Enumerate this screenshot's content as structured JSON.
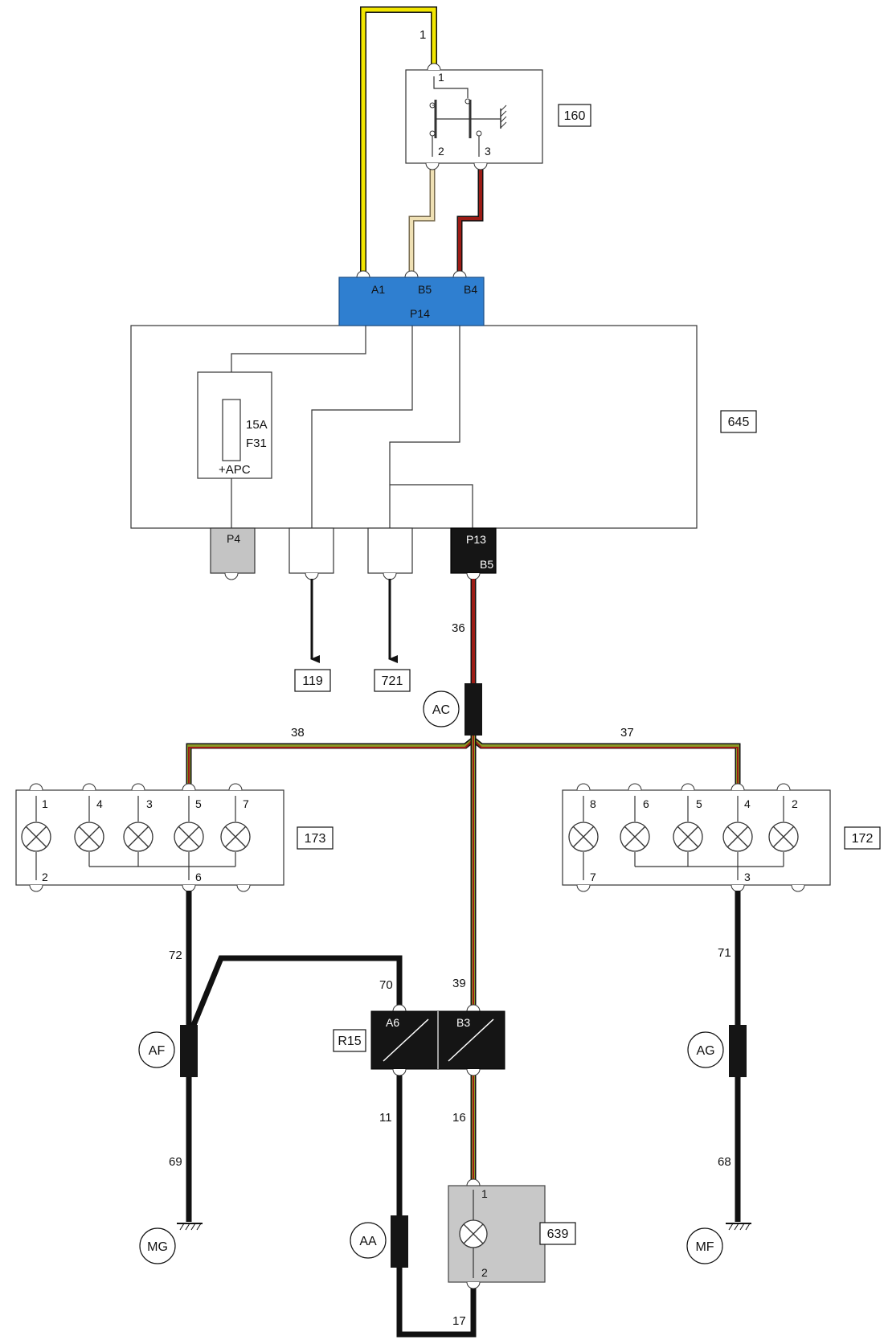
{
  "components": {
    "relay_box": {
      "id": "160",
      "pins": [
        "1",
        "2",
        "3"
      ]
    },
    "module": {
      "id": "645",
      "fuse_rating": "15A",
      "fuse_name": "F31",
      "fuse_supply": "+APC"
    },
    "connector_top": {
      "name": "P14",
      "pins": [
        "A1",
        "B5",
        "B4"
      ]
    },
    "connector_p4": {
      "name": "P4"
    },
    "connector_p13": {
      "name": "P13",
      "pin": "B5"
    },
    "ref_left": "119",
    "ref_right": "721",
    "lamp_left": {
      "id": "173",
      "top_pins": [
        "1",
        "4",
        "3",
        "5",
        "7"
      ],
      "bottom_pins": [
        "2",
        "6"
      ]
    },
    "lamp_right": {
      "id": "172",
      "top_pins": [
        "8",
        "6",
        "5",
        "4",
        "2"
      ],
      "bottom_pins": [
        "7",
        "3"
      ]
    },
    "relay_r15": {
      "name": "R15",
      "pins": [
        "A6",
        "B3"
      ]
    },
    "lamp_bottom": {
      "id": "639",
      "pins": [
        "1",
        "2"
      ]
    }
  },
  "splices": {
    "ac": "AC",
    "af": "AF",
    "ag": "AG",
    "aa": "AA"
  },
  "grounds": {
    "mg": "MG",
    "mf": "MF"
  },
  "wires": {
    "w1": "1",
    "w36": "36",
    "w38": "38",
    "w37": "37",
    "w72": "72",
    "w70": "70",
    "w39": "39",
    "w71": "71",
    "w11": "11",
    "w16": "16",
    "w69": "69",
    "w68": "68",
    "w17": "17"
  },
  "colors": {
    "yellow": "#f2e600",
    "red": "#9c1c16",
    "beige": "#efe0b4",
    "green": "#8a9a26",
    "black": "#111111",
    "connector_blue": "#2f7fd0",
    "connector_gray": "#c4c4c4",
    "lamp_gray": "#c8c8c8"
  }
}
